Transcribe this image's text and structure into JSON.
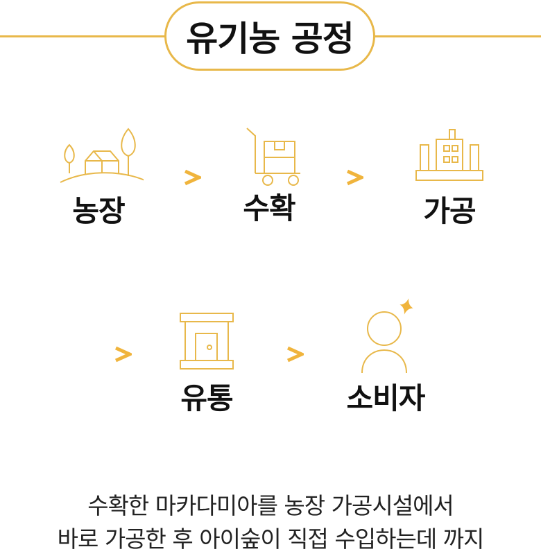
{
  "header": {
    "title": "유기농 공정"
  },
  "colors": {
    "accent": "#E8B84A",
    "arrow": "#F0B43C",
    "text": "#111111"
  },
  "steps": [
    {
      "label": "농장",
      "icon": "farm-icon"
    },
    {
      "label": "수확",
      "icon": "hand-truck-icon"
    },
    {
      "label": "가공",
      "icon": "factory-building-icon"
    },
    {
      "label": "유통",
      "icon": "storefront-door-icon"
    },
    {
      "label": "소비자",
      "icon": "person-sparkle-icon"
    }
  ],
  "arrows": [
    ">",
    ">",
    ">",
    ">"
  ],
  "description": {
    "line1": "수확한 마카다미아를 농장 가공시설에서",
    "line2": "바로 가공한 후 아이숲이 직접 수입하는데 까지"
  }
}
